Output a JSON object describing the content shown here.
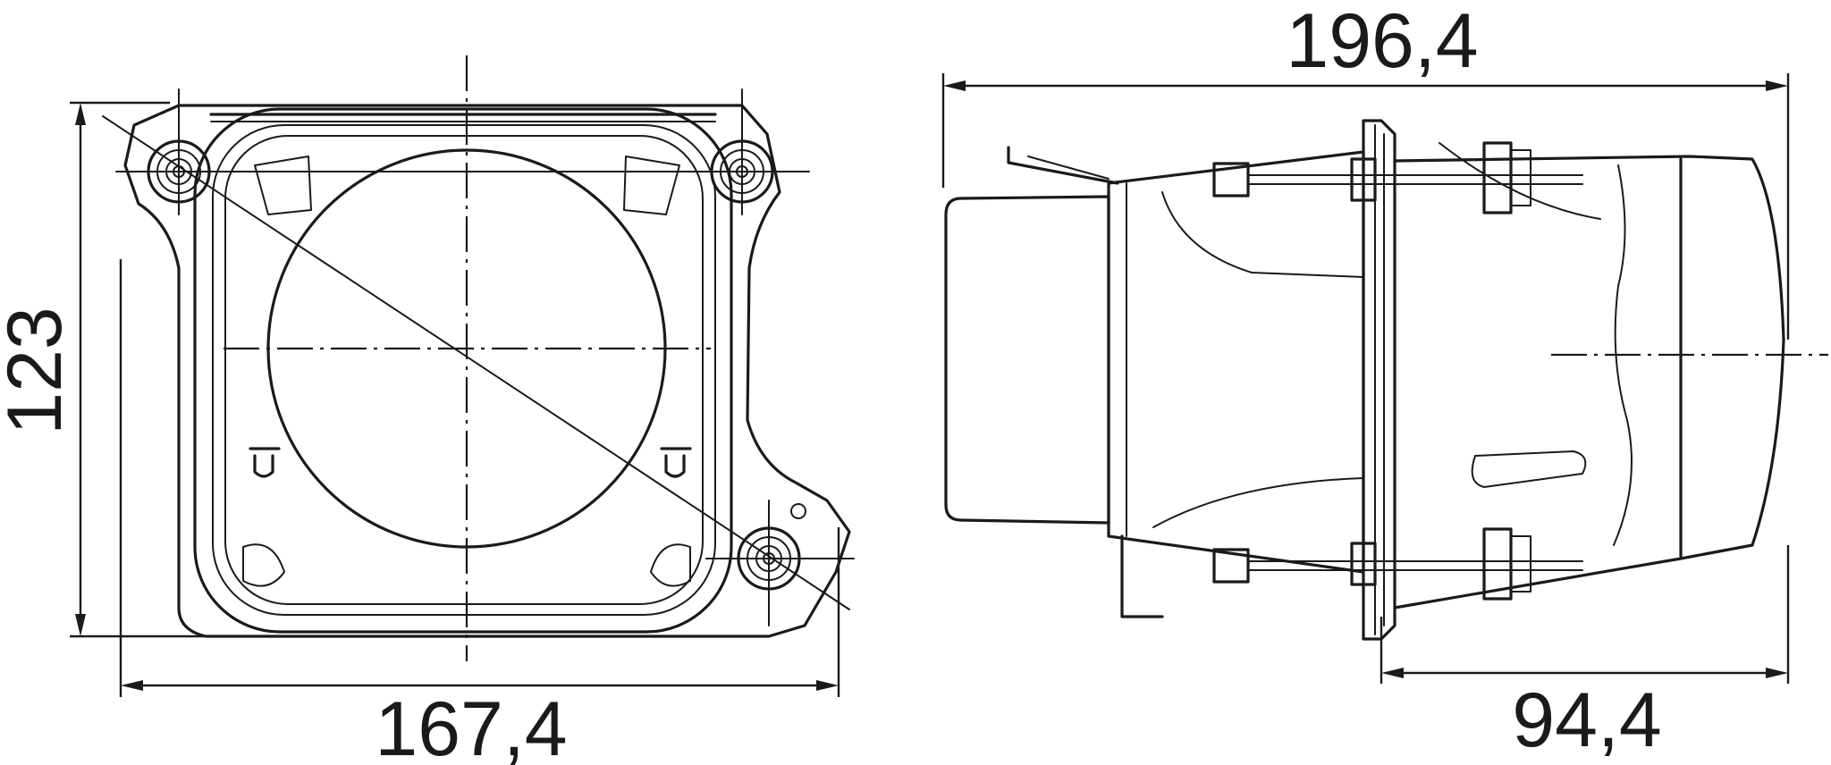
{
  "dimensions": {
    "front_height": "123",
    "front_width": "167,4",
    "side_length": "196,4",
    "side_depth": "94,4"
  }
}
